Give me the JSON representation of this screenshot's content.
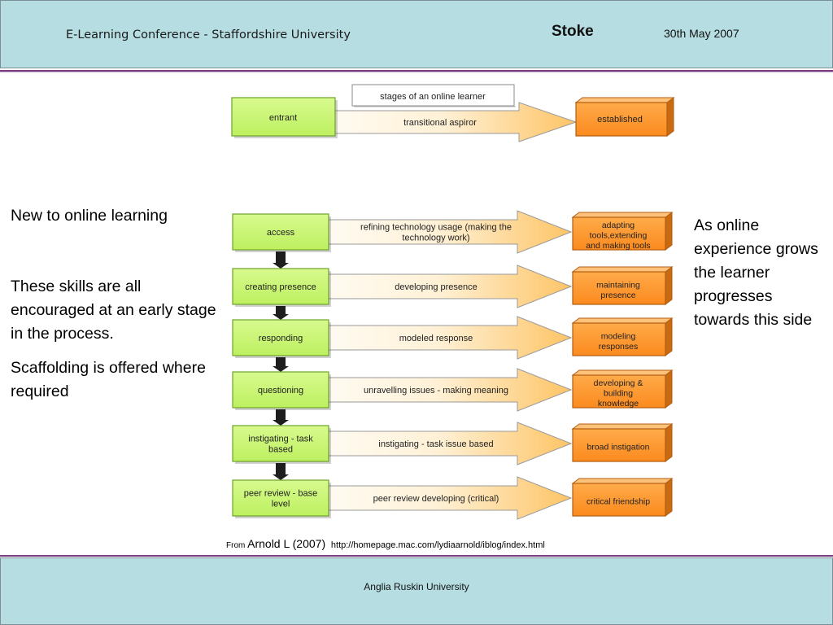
{
  "header": {
    "conference": "E-Learning Conference - Staffordshire University",
    "place": "Stoke",
    "date": "30th May 2007"
  },
  "footer": {
    "institution": "Anglia Ruskin University"
  },
  "left_notes": {
    "intro": "New to online learning",
    "skills": "These skills are all encouraged at an early stage in the process.",
    "scaffolding": "Scaffolding is offered where required"
  },
  "right_note": "As online experience grows the learner progresses towards this side",
  "diagram": {
    "legend_label": "stages of an online learner",
    "top_row": {
      "start": "entrant",
      "transition": "transitional aspiror",
      "end": "established"
    },
    "rows": [
      {
        "start": [
          "access"
        ],
        "transition": [
          "refining technology usage (making the",
          "technology work)"
        ],
        "end": [
          "adapting",
          "tools,extending",
          "and making tools"
        ]
      },
      {
        "start": [
          "creating presence"
        ],
        "transition": [
          "developing presence"
        ],
        "end": [
          "maintaining",
          "presence"
        ]
      },
      {
        "start": [
          "responding"
        ],
        "transition": [
          "modeled response"
        ],
        "end": [
          "modeling",
          "responses"
        ]
      },
      {
        "start": [
          "questioning"
        ],
        "transition": [
          "unravelling issues - making meaning"
        ],
        "end": [
          "developing &",
          "building",
          "knowledge"
        ]
      },
      {
        "start": [
          "instigating - task",
          "based"
        ],
        "transition": [
          "instigating - task issue based"
        ],
        "end": [
          "broad instigation"
        ]
      },
      {
        "start": [
          "peer review - base",
          "level"
        ],
        "transition": [
          "peer review developing (critical)"
        ],
        "end": [
          "critical friendship"
        ]
      }
    ],
    "colors": {
      "green_box": "#ccf57a",
      "green_border": "#6ea22b",
      "orange_box": "#ff9a2e",
      "orange_border": "#b45d10",
      "arrow_light": "#fffbf2",
      "arrow_dark": "#fdc466",
      "connector": "#1e1e1e"
    }
  },
  "credit": {
    "prefix": "From",
    "source": "Arnold L (2007)",
    "url": "http://homepage.mac.com/lydiaarnold/iblog/index.html"
  }
}
